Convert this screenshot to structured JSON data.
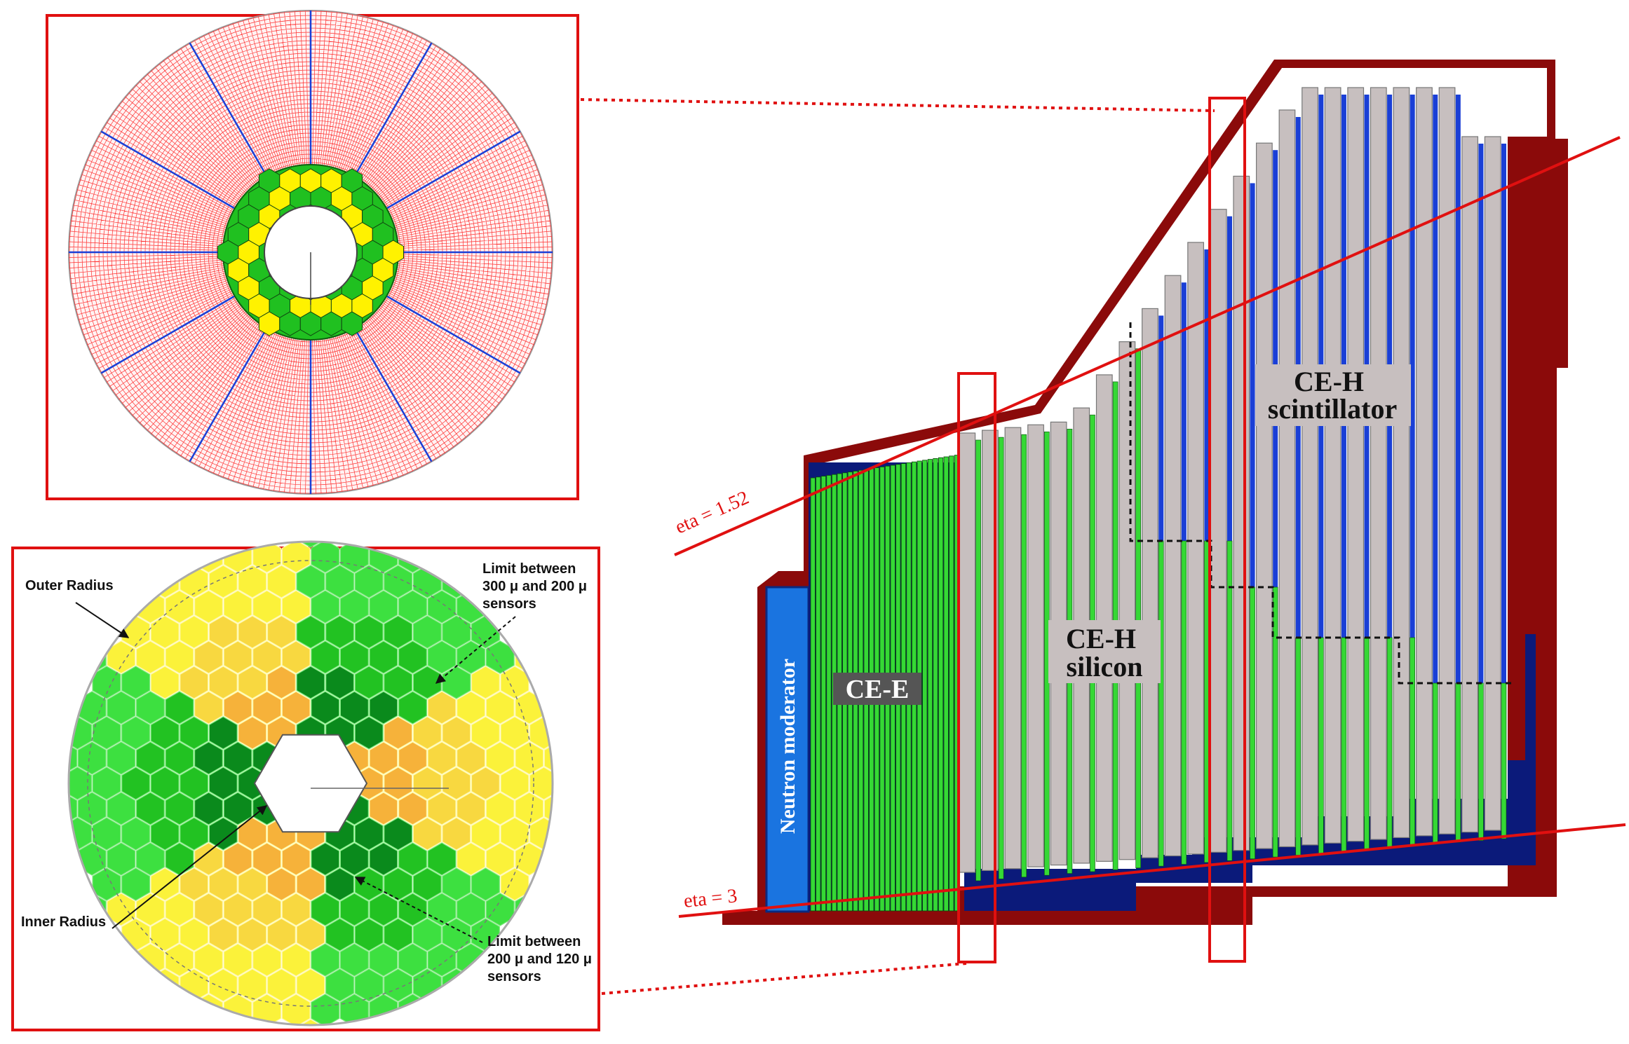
{
  "labels": {
    "outer_radius": "Outer Radius",
    "inner_radius": "Inner Radius",
    "limit_300_200": [
      "Limit between",
      "300 μ and 200 μ",
      "sensors"
    ],
    "limit_200_120": [
      "Limit between",
      "200 μ and 120 μ",
      "sensors"
    ],
    "eta_high": "eta = 1.52",
    "eta_low": "eta = 3",
    "neutron_moderator": "Neutron moderator",
    "ce_e": "CE-E",
    "ce_h_silicon": [
      "CE-H",
      "silicon"
    ],
    "ce_h_scintillator": [
      "CE-H",
      "scintillator"
    ]
  },
  "colors": {
    "highlight_red": "#e01010",
    "scint_red": "#ff3030",
    "tile_blue": "#1a3fd6",
    "yellow": "#fff200",
    "green": "#20c020",
    "moderator_blue": "#1a74e0",
    "absorber_grey": "#c7bfbf",
    "dark_red": "#8b0a0a",
    "navy": "#0b1a7a",
    "silicon_green": "#35d835"
  }
}
